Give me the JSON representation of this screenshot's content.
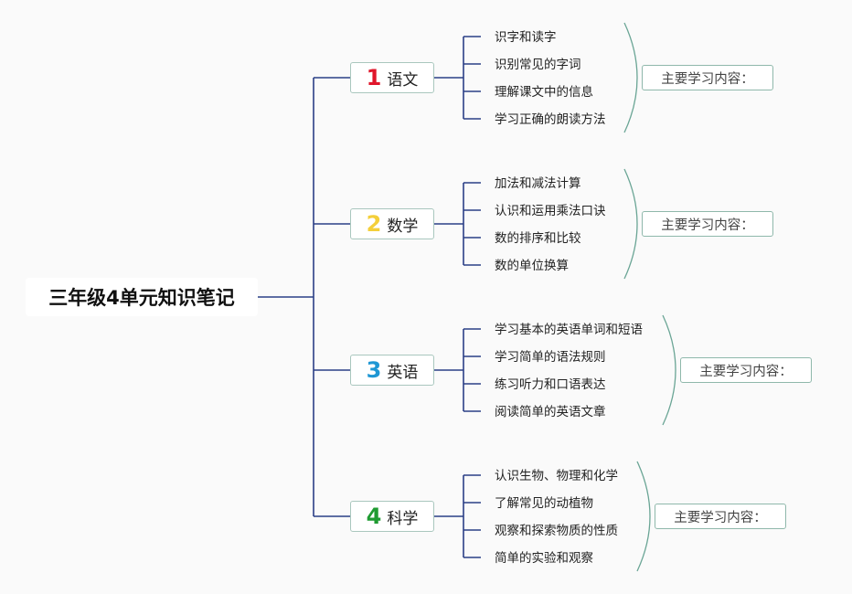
{
  "root": {
    "title": "三年级4单元知识笔记"
  },
  "colors": {
    "connector": "#2b3f86",
    "bracket": "#6aa595",
    "node_border": "#a9c7be"
  },
  "branches": [
    {
      "number": "1",
      "number_color": "#e0162b",
      "label": "语文",
      "items": [
        "识字和读字",
        "识别常见的字词",
        "理解课文中的信息",
        "学习正确的朗读方法"
      ],
      "summary": "主要学习内容："
    },
    {
      "number": "2",
      "number_color": "#f4cf3a",
      "label": "数学",
      "items": [
        "加法和减法计算",
        "认识和运用乘法口诀",
        "数的排序和比较",
        "数的单位换算"
      ],
      "summary": "主要学习内容："
    },
    {
      "number": "3",
      "number_color": "#1f97d4",
      "label": "英语",
      "items": [
        "学习基本的英语单词和短语",
        "学习简单的语法规则",
        "练习听力和口语表达",
        "阅读简单的英语文章"
      ],
      "summary": "主要学习内容："
    },
    {
      "number": "4",
      "number_color": "#1f9b32",
      "label": "科学",
      "items": [
        "认识生物、物理和化学",
        "了解常见的动植物",
        "观察和探索物质的性质",
        "简单的实验和观察"
      ],
      "summary": "主要学习内容："
    }
  ]
}
